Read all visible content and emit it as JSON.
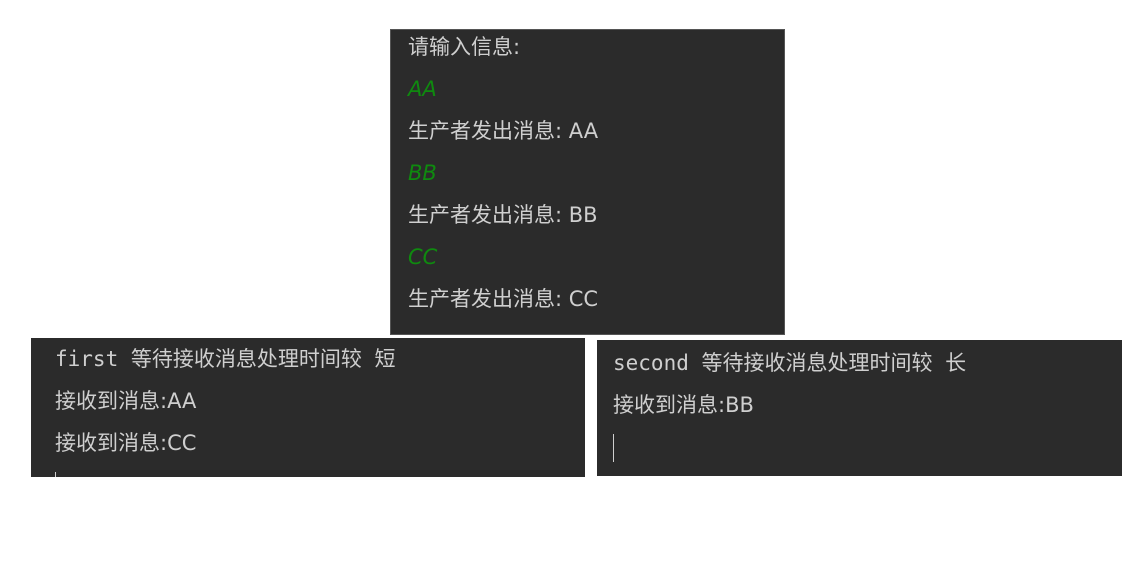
{
  "producer": {
    "lines": [
      {
        "text": "请输入信息:",
        "kind": "output"
      },
      {
        "text": "AA",
        "kind": "input"
      },
      {
        "text": "生产者发出消息: AA",
        "kind": "output"
      },
      {
        "text": "BB",
        "kind": "input"
      },
      {
        "text": "生产者发出消息: BB",
        "kind": "output"
      },
      {
        "text": "CC",
        "kind": "input"
      },
      {
        "text": "生产者发出消息: CC",
        "kind": "output"
      }
    ]
  },
  "first_consumer": {
    "lines": [
      "first 等待接收消息处理时间较 短",
      "接收到消息:AA",
      "接收到消息:CC"
    ]
  },
  "second_consumer": {
    "lines": [
      "second 等待接收消息处理时间较 长",
      "接收到消息:BB"
    ]
  },
  "colors": {
    "background": "#2b2b2b",
    "text": "#cfcfcf",
    "input": "#0f8a0f"
  }
}
